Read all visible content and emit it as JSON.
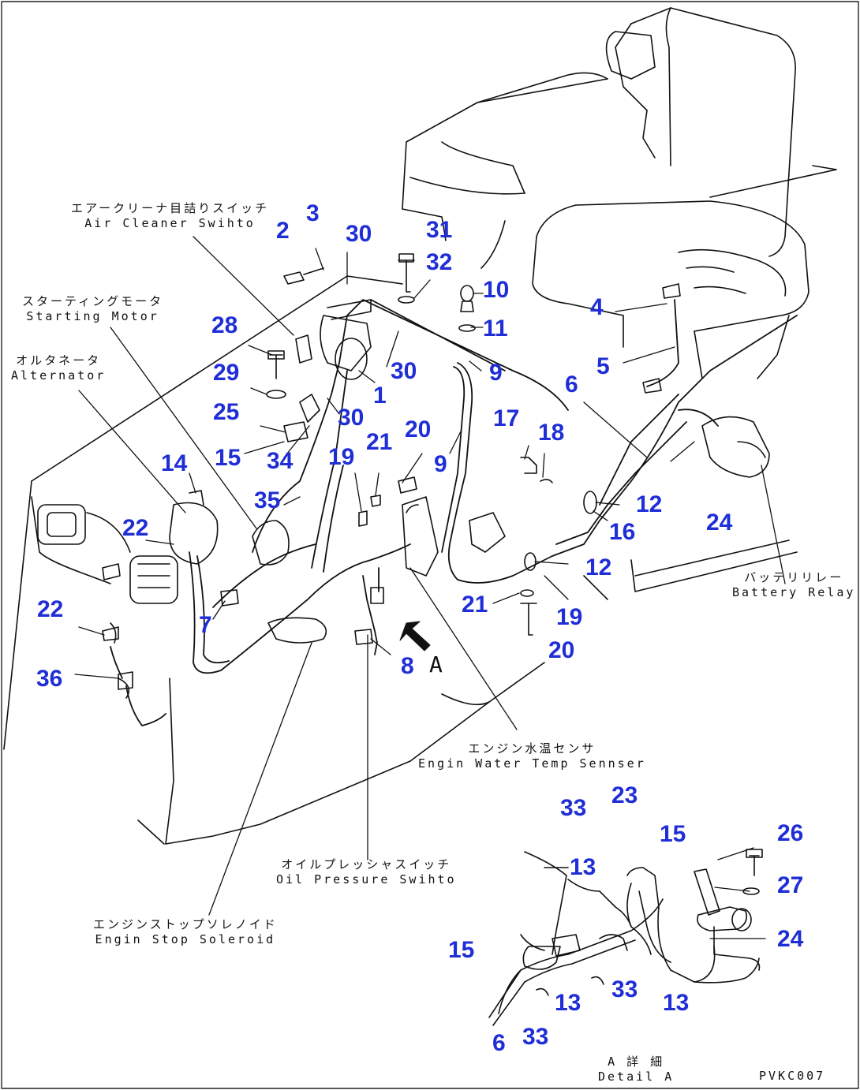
{
  "labels": {
    "air_cleaner": {
      "jp": "エアークリーナ目詰りスイッチ",
      "en": "Air Cleaner Swihto"
    },
    "starting_motor": {
      "jp": "スターティングモータ",
      "en": "Starting Motor"
    },
    "alternator": {
      "jp": "オルタネータ",
      "en": "Alternator"
    },
    "battery_relay": {
      "jp": "バッテリリレー",
      "en": "Battery Relay"
    },
    "water_temp": {
      "jp": "エンジン水温センサ",
      "en": "Engin Water Temp Sennser"
    },
    "oil_pressure": {
      "jp": "オイルプレッシャスイッチ",
      "en": "Oil Pressure Swihto"
    },
    "stop_solenoid": {
      "jp": "エンジンストップソレノイド",
      "en": "Engin Stop Soleroid"
    },
    "detail_a": {
      "jp": "A 詳 細",
      "en": "Detail A"
    }
  },
  "view_marker": "A",
  "doc_code": "PVKC007",
  "callouts": {
    "c2": "2",
    "c3": "3",
    "c30a": "30",
    "c31": "31",
    "c32": "32",
    "c10": "10",
    "c11": "11",
    "c4": "4",
    "c5": "5",
    "c28": "28",
    "c29": "29",
    "c30b": "30",
    "c9a": "9",
    "c1": "1",
    "c6": "6",
    "c25": "25",
    "c30c": "30",
    "c17": "17",
    "c18": "18",
    "c20a": "20",
    "c15a": "15",
    "c34": "34",
    "c19a": "19",
    "c21a": "21",
    "c9b": "9",
    "c14": "14",
    "c35": "35",
    "c12a": "12",
    "c16": "16",
    "c24a": "24",
    "c22a": "22",
    "c12b": "12",
    "c21b": "21",
    "c19b": "19",
    "c7": "7",
    "c22b": "22",
    "c20b": "20",
    "c8": "8",
    "c36": "36",
    "c33a": "33",
    "c23": "23",
    "c15b": "15",
    "c26": "26",
    "c13a": "13",
    "c27": "27",
    "c24b": "24",
    "c15c": "15",
    "c33b": "33",
    "c13b": "13",
    "c13c": "13",
    "c6b": "6",
    "c33c": "33"
  }
}
